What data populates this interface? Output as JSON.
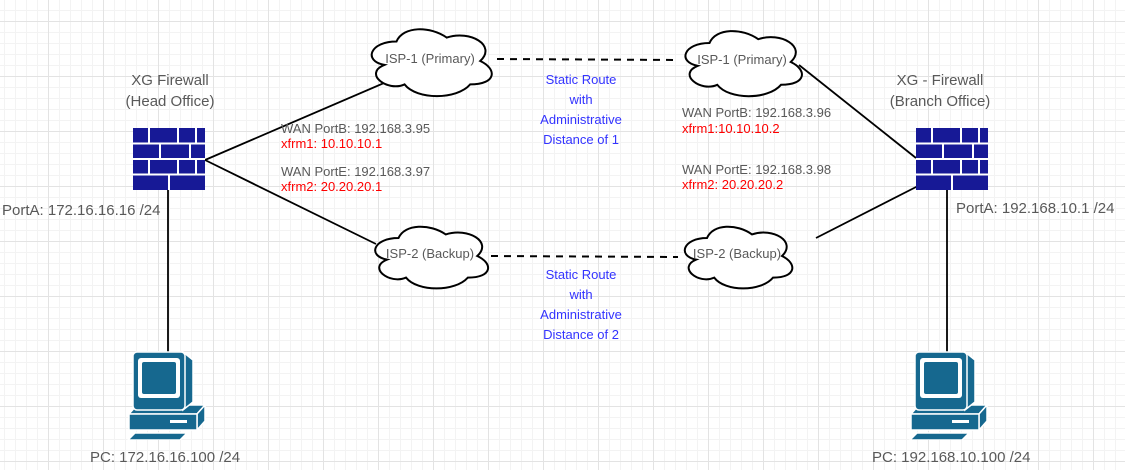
{
  "diagram": {
    "head_office": {
      "title_line1": "XG Firewall",
      "title_line2": "(Head Office)",
      "port_a": "PortA: 172.16.16.16 /24",
      "wan_b": "WAN PortB: 192.168.3.95",
      "xfrm1": "xfrm1: 10.10.10.1",
      "wan_e": "WAN PortE: 192.168.3.97",
      "xfrm2": "xfrm2: 20.20.20.1",
      "pc_label": "PC: 172.16.16.100 /24"
    },
    "branch_office": {
      "title_line1": "XG - Firewall",
      "title_line2": "(Branch Office)",
      "port_a": "PortA: 192.168.10.1 /24",
      "wan_b": "WAN PortB: 192.168.3.96",
      "xfrm1": "xfrm1:10.10.10.2",
      "wan_e": "WAN PortE: 192.168.3.98",
      "xfrm2": "xfrm2: 20.20.20.2",
      "pc_label": "PC: 192.168.10.100 /24"
    },
    "clouds": {
      "isp1_left": "ISP-1 (Primary)",
      "isp1_right": "ISP-1 (Primary)",
      "isp2_left": "ISP-2 (Backup)",
      "isp2_right": "ISP-2 (Backup)"
    },
    "routes": {
      "primary": {
        "line1": "Static Route",
        "line2": "with",
        "line3": "Administrative",
        "line4": "Distance of 1"
      },
      "backup": {
        "line1": "Static Route",
        "line2": "with",
        "line3": "Administrative",
        "line4": "Distance of 2"
      }
    },
    "colors": {
      "firewall_blue": "#171996",
      "pc_blue": "#16688f",
      "label_gray": "#595959",
      "xfrm_red": "#ff0000",
      "route_blue": "#3333ff",
      "line_black": "#000000"
    }
  }
}
